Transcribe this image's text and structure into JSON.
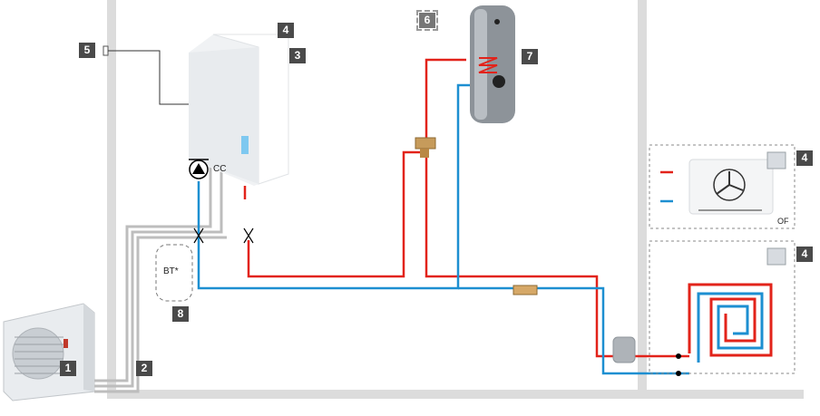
{
  "labels": {
    "outdoor_unit": "1",
    "connection_lines": "2",
    "indoor_unit": "3",
    "indoor_unit_top": "4",
    "sensor": "5",
    "option": "6",
    "dhw_tank": "7",
    "buffer_tank": "8",
    "fan_coil": "4",
    "underfloor": "4"
  },
  "texts": {
    "pump": "CC",
    "buffer": "BT*",
    "fan_coil_code": "OF"
  },
  "colors": {
    "supply": "#e2231a",
    "return": "#1d8fd1",
    "wall": "#d9d9d9",
    "badge": "#4a4a4a"
  }
}
